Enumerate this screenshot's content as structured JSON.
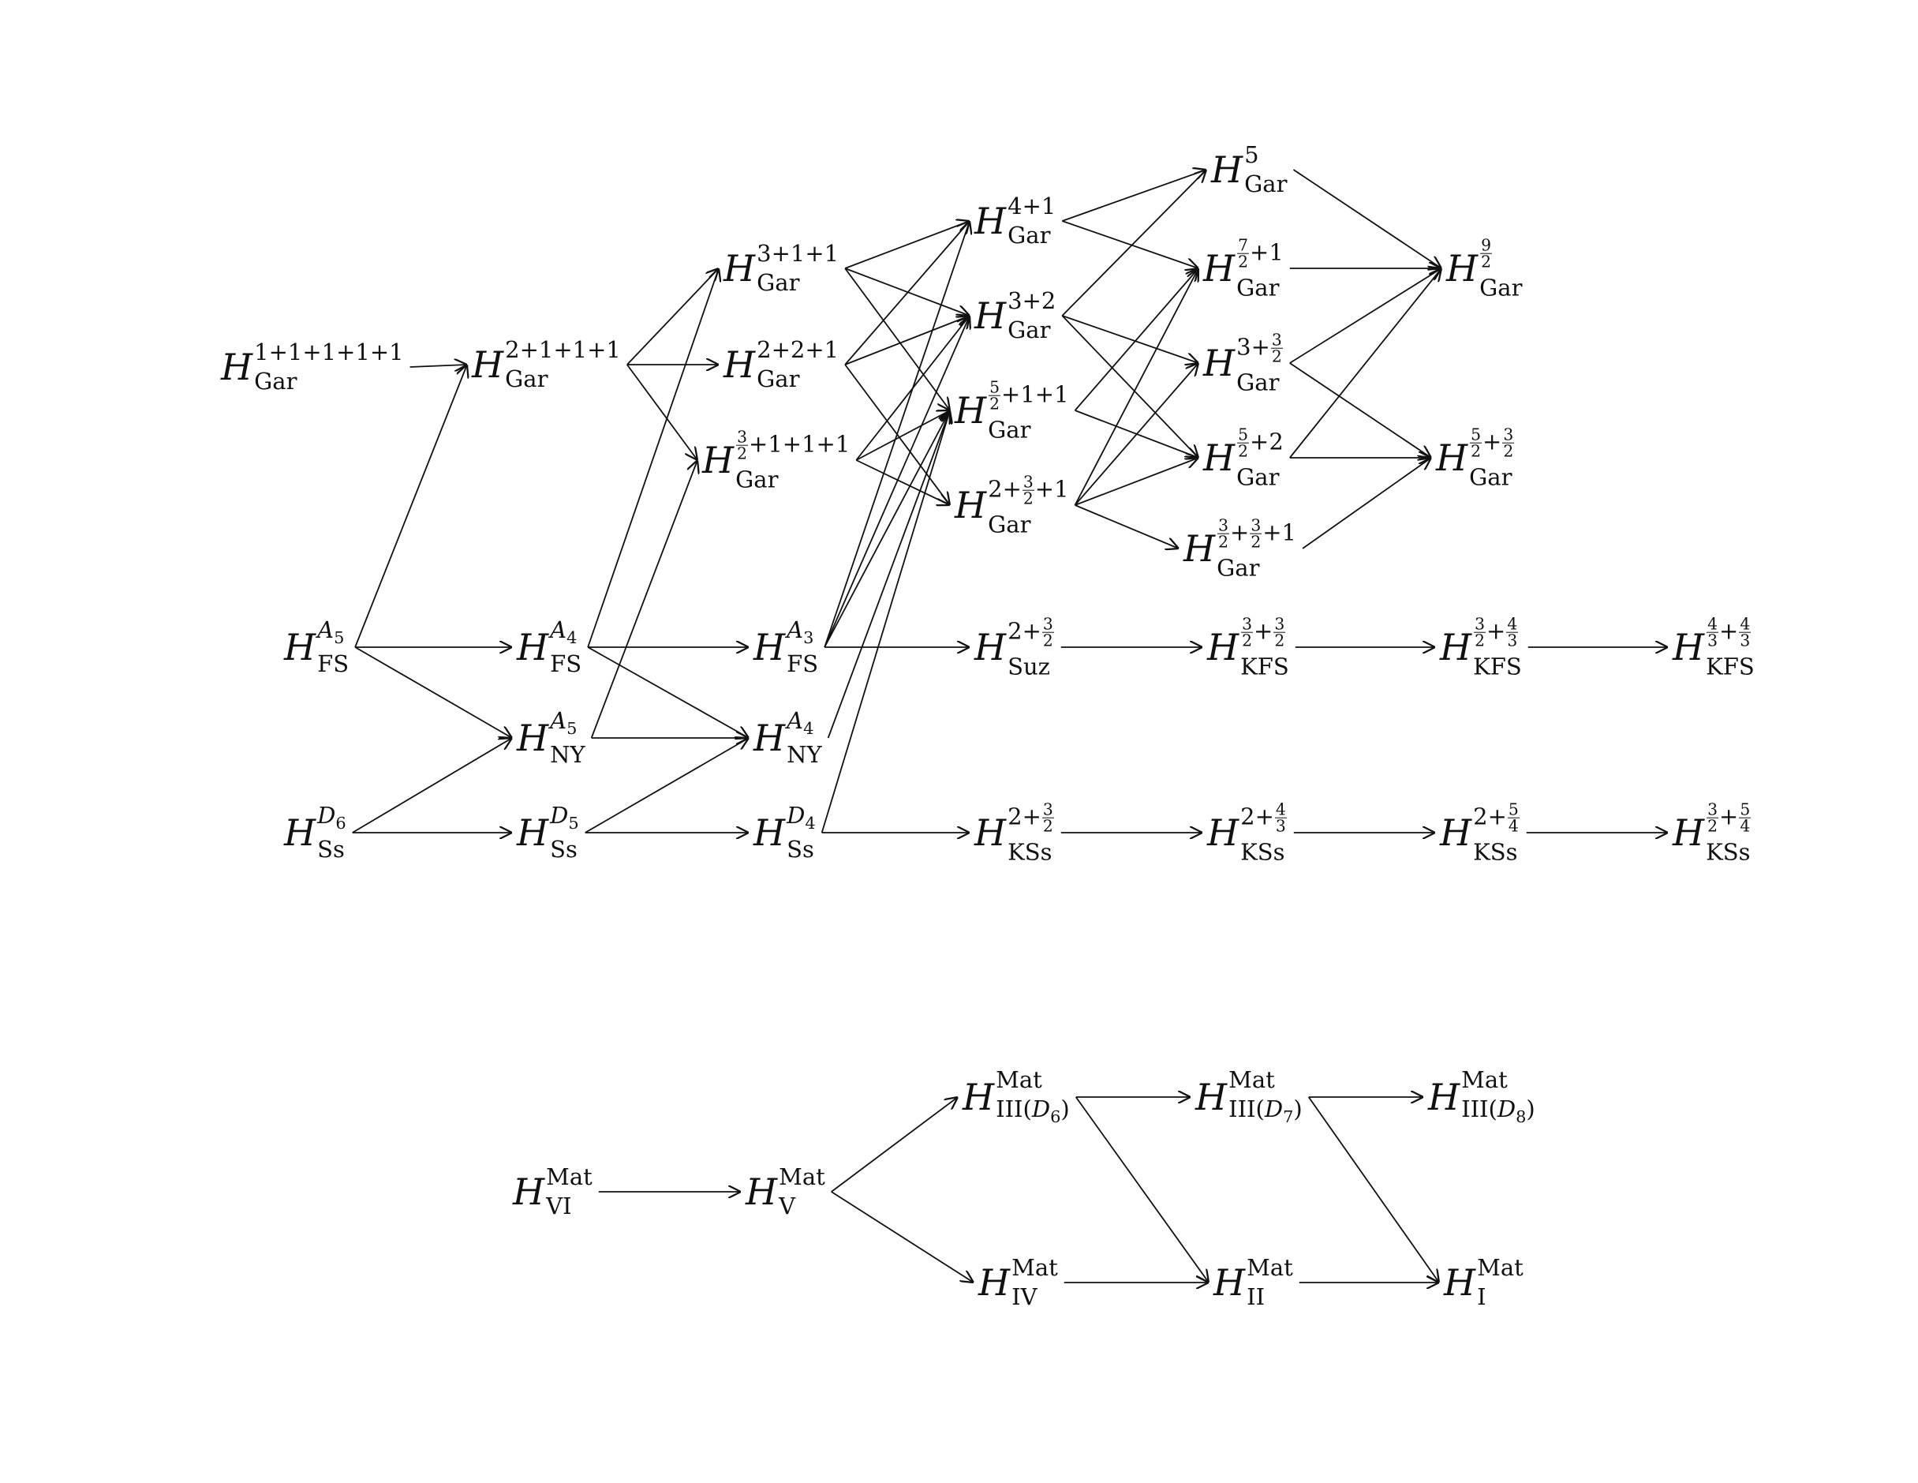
{
  "nodes": [
    {
      "id": "gar11111",
      "sym": "H",
      "sup": "1+1+1+1+1",
      "sub": "Gar"
    },
    {
      "id": "gar2111",
      "sym": "H",
      "sup": "2+1+1+1",
      "sub": "Gar"
    },
    {
      "id": "gar311",
      "sym": "H",
      "sup": "3+1+1",
      "sub": "Gar"
    },
    {
      "id": "gar221",
      "sym": "H",
      "sup": "2+2+1",
      "sub": "Gar"
    },
    {
      "id": "gar32111",
      "sym": "H",
      "sup": "3/2+1+1+1",
      "sub": "Gar"
    },
    {
      "id": "gar41",
      "sym": "H",
      "sup": "4+1",
      "sub": "Gar"
    },
    {
      "id": "gar32",
      "sym": "H",
      "sup": "3+2",
      "sub": "Gar"
    },
    {
      "id": "gar5211",
      "sym": "H",
      "sup": "5/2+1+1",
      "sub": "Gar"
    },
    {
      "id": "gar23221",
      "sym": "H",
      "sup": "2+3/2+1",
      "sub": "Gar"
    },
    {
      "id": "gar5",
      "sym": "H",
      "sup": "5",
      "sub": "Gar"
    },
    {
      "id": "gar721",
      "sym": "H",
      "sup": "7/2+1",
      "sub": "Gar"
    },
    {
      "id": "gar332",
      "sym": "H",
      "sup": "3+3/2",
      "sub": "Gar"
    },
    {
      "id": "gar522",
      "sym": "H",
      "sup": "5/2+2",
      "sub": "Gar"
    },
    {
      "id": "gar32321",
      "sym": "H",
      "sup": "3/2+3/2+1",
      "sub": "Gar"
    },
    {
      "id": "gar92",
      "sym": "H",
      "sup": "9/2",
      "sub": "Gar"
    },
    {
      "id": "gar5232",
      "sym": "H",
      "sup": "5/2+3/2",
      "sub": "Gar"
    },
    {
      "id": "fsA5",
      "sym": "H",
      "sup": "A5",
      "sub": "FS"
    },
    {
      "id": "fsA4",
      "sym": "H",
      "sup": "A4",
      "sub": "FS"
    },
    {
      "id": "fsA3",
      "sym": "H",
      "sup": "A3",
      "sub": "FS"
    },
    {
      "id": "suz",
      "sym": "H",
      "sup": "2+3/2",
      "sub": "Suz"
    },
    {
      "id": "kfs1",
      "sym": "H",
      "sup": "3/2+3/2",
      "sub": "KFS"
    },
    {
      "id": "kfs2",
      "sym": "H",
      "sup": "3/2+4/3",
      "sub": "KFS"
    },
    {
      "id": "kfs3",
      "sym": "H",
      "sup": "4/3+4/3",
      "sub": "KFS"
    },
    {
      "id": "nyA5",
      "sym": "H",
      "sup": "A5",
      "sub": "NY"
    },
    {
      "id": "nyA4",
      "sym": "H",
      "sup": "A4",
      "sub": "NY"
    },
    {
      "id": "ssD6",
      "sym": "H",
      "sup": "D6",
      "sub": "Ss"
    },
    {
      "id": "ssD5",
      "sym": "H",
      "sup": "D5",
      "sub": "Ss"
    },
    {
      "id": "ssD4",
      "sym": "H",
      "sup": "D4",
      "sub": "Ss"
    },
    {
      "id": "kss1",
      "sym": "H",
      "sup": "2+3/2",
      "sub": "KSs"
    },
    {
      "id": "kss2",
      "sym": "H",
      "sup": "2+4/3",
      "sub": "KSs"
    },
    {
      "id": "kss3",
      "sym": "H",
      "sup": "2+5/4",
      "sub": "KSs"
    },
    {
      "id": "kss4",
      "sym": "H",
      "sup": "3/2+5/4",
      "sub": "KSs"
    },
    {
      "id": "matVI",
      "sym": "H",
      "sup": "Mat",
      "sub": "VI"
    },
    {
      "id": "matV",
      "sym": "H",
      "sup": "Mat",
      "sub": "V"
    },
    {
      "id": "matIII6",
      "sym": "H",
      "sup": "Mat",
      "sub": "III(D6)"
    },
    {
      "id": "matIII7",
      "sym": "H",
      "sup": "Mat",
      "sub": "III(D7)"
    },
    {
      "id": "matIII8",
      "sym": "H",
      "sup": "Mat",
      "sub": "III(D8)"
    },
    {
      "id": "matIV",
      "sym": "H",
      "sup": "Mat",
      "sub": "IV"
    },
    {
      "id": "matII",
      "sym": "H",
      "sup": "Mat",
      "sub": "II"
    },
    {
      "id": "matI",
      "sym": "H",
      "sup": "Mat",
      "sub": "I"
    }
  ],
  "edges": [
    [
      "gar11111",
      "gar2111"
    ],
    [
      "gar2111",
      "gar311"
    ],
    [
      "gar2111",
      "gar221"
    ],
    [
      "gar2111",
      "gar32111"
    ],
    [
      "gar311",
      "gar41"
    ],
    [
      "gar311",
      "gar32"
    ],
    [
      "gar311",
      "gar5211"
    ],
    [
      "gar221",
      "gar41"
    ],
    [
      "gar221",
      "gar32"
    ],
    [
      "gar221",
      "gar23221"
    ],
    [
      "gar32111",
      "gar32"
    ],
    [
      "gar32111",
      "gar5211"
    ],
    [
      "gar32111",
      "gar23221"
    ],
    [
      "gar41",
      "gar5"
    ],
    [
      "gar41",
      "gar721"
    ],
    [
      "gar32",
      "gar5"
    ],
    [
      "gar32",
      "gar332"
    ],
    [
      "gar32",
      "gar522"
    ],
    [
      "gar5211",
      "gar721"
    ],
    [
      "gar5211",
      "gar522"
    ],
    [
      "gar23221",
      "gar721"
    ],
    [
      "gar23221",
      "gar332"
    ],
    [
      "gar23221",
      "gar522"
    ],
    [
      "gar23221",
      "gar32321"
    ],
    [
      "gar5",
      "gar92"
    ],
    [
      "gar721",
      "gar92"
    ],
    [
      "gar332",
      "gar92"
    ],
    [
      "gar332",
      "gar5232"
    ],
    [
      "gar522",
      "gar92"
    ],
    [
      "gar522",
      "gar5232"
    ],
    [
      "gar32321",
      "gar5232"
    ],
    [
      "fsA5",
      "gar2111"
    ],
    [
      "fsA5",
      "fsA4"
    ],
    [
      "fsA5",
      "nyA5"
    ],
    [
      "fsA4",
      "gar311"
    ],
    [
      "fsA4",
      "fsA3"
    ],
    [
      "fsA4",
      "nyA4"
    ],
    [
      "fsA3",
      "gar41"
    ],
    [
      "fsA3",
      "gar32"
    ],
    [
      "fsA3",
      "gar5211"
    ],
    [
      "fsA3",
      "suz"
    ],
    [
      "nyA5",
      "gar32111"
    ],
    [
      "nyA5",
      "nyA4"
    ],
    [
      "nyA4",
      "gar5211"
    ],
    [
      "ssD6",
      "nyA5"
    ],
    [
      "ssD6",
      "ssD5"
    ],
    [
      "ssD5",
      "nyA4"
    ],
    [
      "ssD5",
      "ssD4"
    ],
    [
      "ssD4",
      "gar5211"
    ],
    [
      "ssD4",
      "kss1"
    ],
    [
      "suz",
      "kfs1"
    ],
    [
      "kfs1",
      "kfs2"
    ],
    [
      "kfs2",
      "kfs3"
    ],
    [
      "kss1",
      "kss2"
    ],
    [
      "kss2",
      "kss3"
    ],
    [
      "kss3",
      "kss4"
    ],
    [
      "matVI",
      "matV"
    ],
    [
      "matV",
      "matIII6"
    ],
    [
      "matV",
      "matIV"
    ],
    [
      "matIII6",
      "matIII7"
    ],
    [
      "matIII6",
      "matII"
    ],
    [
      "matIV",
      "matII"
    ],
    [
      "matIII7",
      "matIII8"
    ],
    [
      "matIII7",
      "matI"
    ],
    [
      "matII",
      "matI"
    ]
  ]
}
